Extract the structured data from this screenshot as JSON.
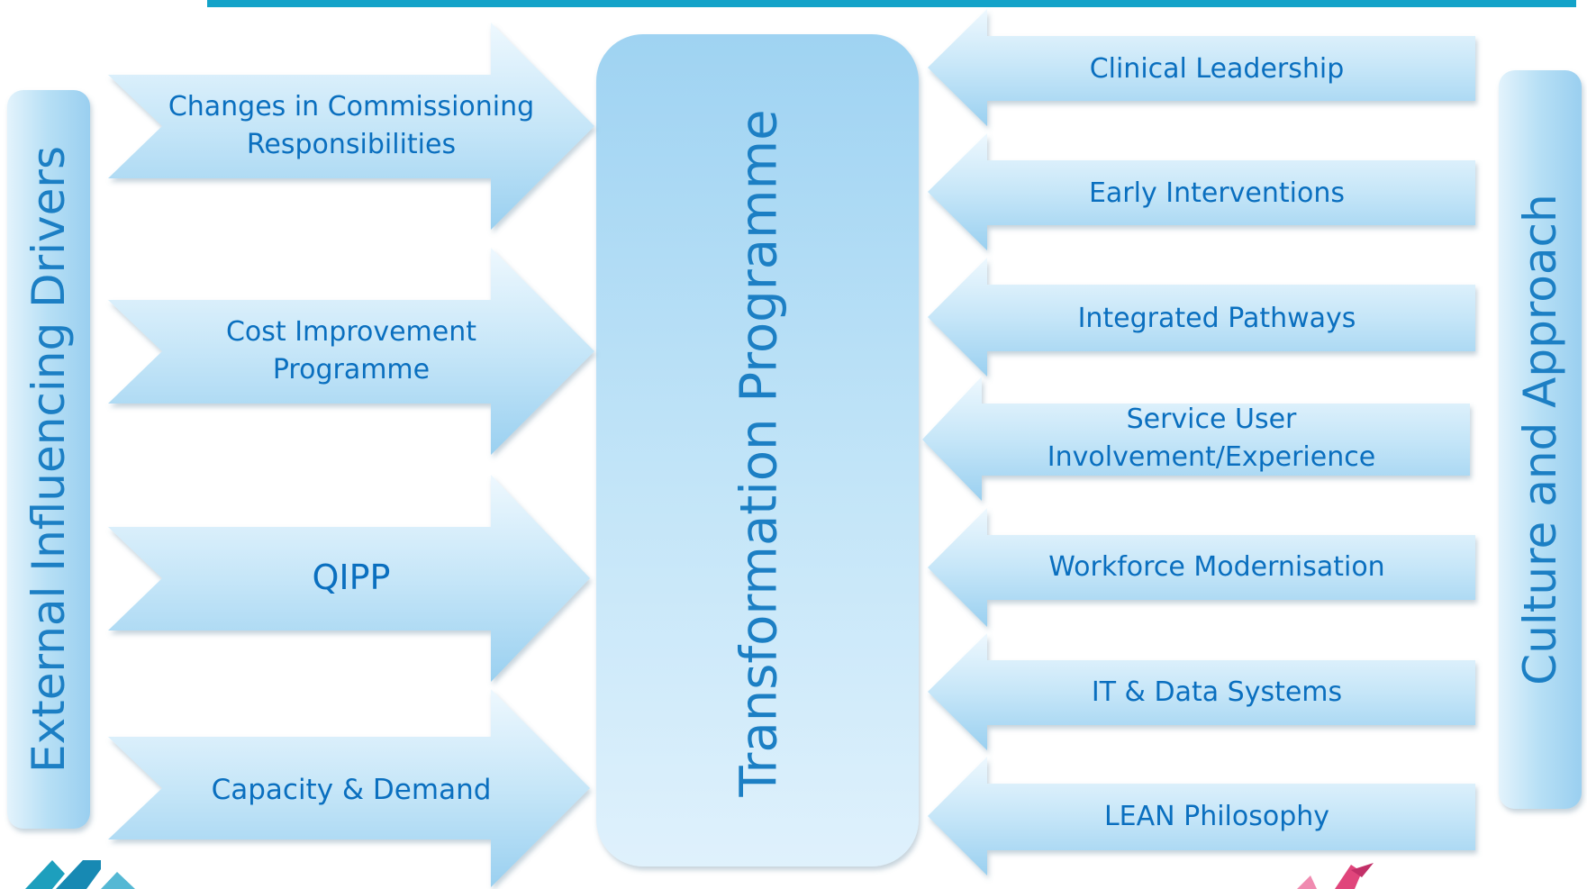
{
  "colors": {
    "accent_band": "#13a3c9",
    "shape_light": "#eaf6fd",
    "shape_mid": "#bfe3f7",
    "shape_dark": "#93ccef",
    "text": "#0a6fbf",
    "logo_teal": "#1d9fbd",
    "logo_pink": "#e0457b"
  },
  "left_bar": {
    "label": "External Influencing Drivers"
  },
  "center_box": {
    "label": "Transformation Programme"
  },
  "right_bar": {
    "label": "Culture and Approach"
  },
  "drivers": [
    {
      "label_line1": "Changes in Commissioning",
      "label_line2": "Responsibilities"
    },
    {
      "label_line1": "Cost Improvement",
      "label_line2": "Programme"
    },
    {
      "label": "QIPP"
    },
    {
      "label": "Capacity & Demand"
    }
  ],
  "enablers": [
    {
      "label": "Clinical Leadership"
    },
    {
      "label": "Early Interventions"
    },
    {
      "label": "Integrated Pathways"
    },
    {
      "label_line1": "Service User",
      "label_line2": "Involvement/Experience"
    },
    {
      "label": "Workforce Modernisation"
    },
    {
      "label": "IT & Data Systems"
    },
    {
      "label": "LEAN Philosophy"
    }
  ],
  "logos": [
    {
      "icon": "teal-chevron-logo-icon"
    },
    {
      "icon": "pink-bird-logo-icon"
    }
  ]
}
